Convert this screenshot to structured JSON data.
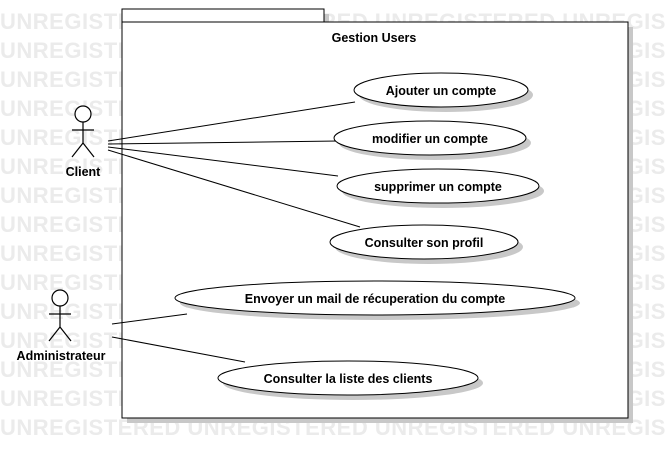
{
  "watermark": "UNREGISTERED UNREGISTERED UNREGISTERED UNREGISTERED",
  "package": {
    "title": "Gestion Users"
  },
  "actors": [
    {
      "id": "client",
      "label": "Client"
    },
    {
      "id": "admin",
      "label": "Administrateur"
    }
  ],
  "use_cases": [
    {
      "id": "uc1",
      "label": "Ajouter un compte"
    },
    {
      "id": "uc2",
      "label": "modifier un compte"
    },
    {
      "id": "uc3",
      "label": "supprimer un compte"
    },
    {
      "id": "uc4",
      "label": "Consulter son profil"
    },
    {
      "id": "uc5",
      "label": "Envoyer un mail de récuperation du compte"
    },
    {
      "id": "uc6",
      "label": "Consulter la liste des clients"
    }
  ],
  "associations": [
    {
      "actor": "client",
      "use_case": "uc1"
    },
    {
      "actor": "client",
      "use_case": "uc2"
    },
    {
      "actor": "client",
      "use_case": "uc3"
    },
    {
      "actor": "client",
      "use_case": "uc4"
    },
    {
      "actor": "admin",
      "use_case": "uc5"
    },
    {
      "actor": "admin",
      "use_case": "uc6"
    }
  ],
  "colors": {
    "line": "#000000",
    "shadow": "#c8c8c8",
    "watermark": "#ebebeb",
    "fill": "#ffffff"
  }
}
